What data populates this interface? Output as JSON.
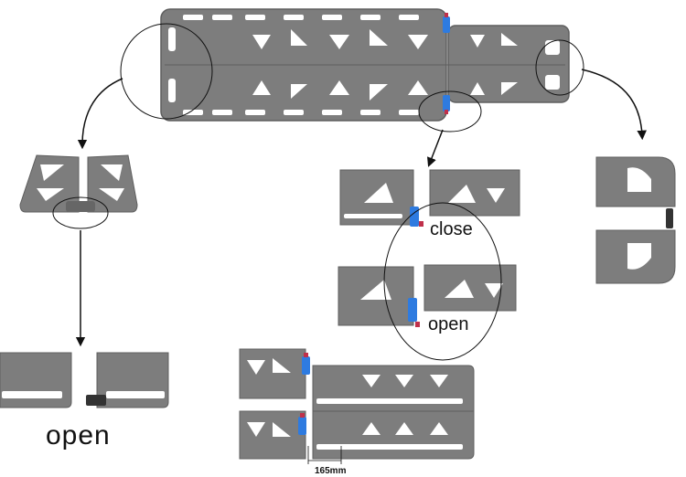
{
  "labels": {
    "close": "close",
    "open_detail": "open",
    "open_main": "open",
    "dimension": "165mm"
  },
  "colors": {
    "board": "#7d7d7d",
    "board_edge": "#5f5f5f",
    "hole": "#ffffff",
    "latch": "#2e7be0",
    "latch_tip": "#c0304a",
    "line": "#111111"
  },
  "icons": [
    "arrow-down-icon",
    "magnify-circle-icon",
    "latch-icon"
  ]
}
